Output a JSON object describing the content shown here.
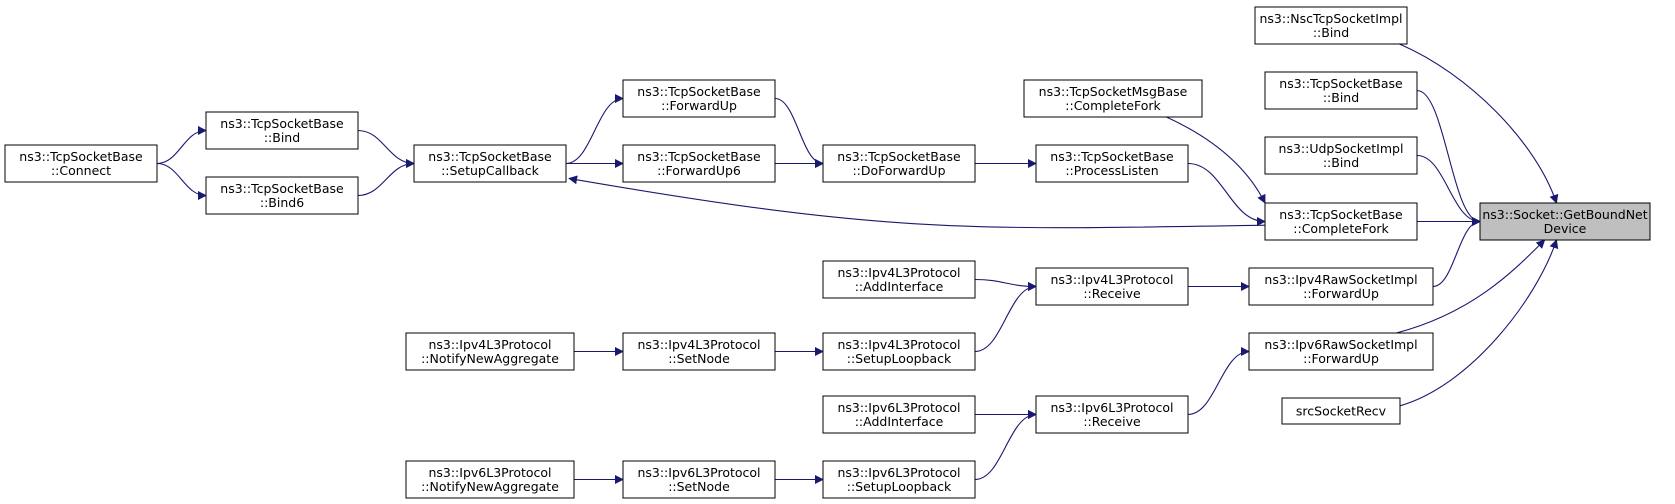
{
  "diagram": {
    "type": "doxygen-caller-graph",
    "nodes": [
      {
        "id": "getbound",
        "lines": [
          "ns3::Socket::GetBoundNet",
          "Device"
        ],
        "highlight": true
      },
      {
        "id": "nscbind",
        "lines": [
          "ns3::NscTcpSocketImpl",
          "::Bind"
        ]
      },
      {
        "id": "tcpbind_r",
        "lines": [
          "ns3::TcpSocketBase",
          "::Bind"
        ]
      },
      {
        "id": "udpbind",
        "lines": [
          "ns3::UdpSocketImpl",
          "::Bind"
        ]
      },
      {
        "id": "completefork",
        "lines": [
          "ns3::TcpSocketBase",
          "::CompleteFork"
        ]
      },
      {
        "id": "ipv4raw",
        "lines": [
          "ns3::Ipv4RawSocketImpl",
          "::ForwardUp"
        ]
      },
      {
        "id": "ipv6raw",
        "lines": [
          "ns3::Ipv6RawSocketImpl",
          "::ForwardUp"
        ]
      },
      {
        "id": "srcsocket",
        "lines": [
          "srcSocketRecv"
        ]
      },
      {
        "id": "msgbase",
        "lines": [
          "ns3::TcpSocketMsgBase",
          "::CompleteFork"
        ]
      },
      {
        "id": "processlisten",
        "lines": [
          "ns3::TcpSocketBase",
          "::ProcessListen"
        ]
      },
      {
        "id": "doforward",
        "lines": [
          "ns3::TcpSocketBase",
          "::DoForwardUp"
        ]
      },
      {
        "id": "forwardup",
        "lines": [
          "ns3::TcpSocketBase",
          "::ForwardUp"
        ]
      },
      {
        "id": "forwardup6",
        "lines": [
          "ns3::TcpSocketBase",
          "::ForwardUp6"
        ]
      },
      {
        "id": "setupcb",
        "lines": [
          "ns3::TcpSocketBase",
          "::SetupCallback"
        ]
      },
      {
        "id": "bind_l",
        "lines": [
          "ns3::TcpSocketBase",
          "::Bind"
        ]
      },
      {
        "id": "bind6",
        "lines": [
          "ns3::TcpSocketBase",
          "::Bind6"
        ]
      },
      {
        "id": "connect",
        "lines": [
          "ns3::TcpSocketBase",
          "::Connect"
        ]
      },
      {
        "id": "ipv4recv",
        "lines": [
          "ns3::Ipv4L3Protocol",
          "::Receive"
        ]
      },
      {
        "id": "ipv4addif",
        "lines": [
          "ns3::Ipv4L3Protocol",
          "::AddInterface"
        ]
      },
      {
        "id": "ipv4loop",
        "lines": [
          "ns3::Ipv4L3Protocol",
          "::SetupLoopback"
        ]
      },
      {
        "id": "ipv4setnode",
        "lines": [
          "ns3::Ipv4L3Protocol",
          "::SetNode"
        ]
      },
      {
        "id": "ipv4notify",
        "lines": [
          "ns3::Ipv4L3Protocol",
          "::NotifyNewAggregate"
        ]
      },
      {
        "id": "ipv6recv",
        "lines": [
          "ns3::Ipv6L3Protocol",
          "::Receive"
        ]
      },
      {
        "id": "ipv6addif",
        "lines": [
          "ns3::Ipv6L3Protocol",
          "::AddInterface"
        ]
      },
      {
        "id": "ipv6loop",
        "lines": [
          "ns3::Ipv6L3Protocol",
          "::SetupLoopback"
        ]
      },
      {
        "id": "ipv6setnode",
        "lines": [
          "ns3::Ipv6L3Protocol",
          "::SetNode"
        ]
      },
      {
        "id": "ipv6notify",
        "lines": [
          "ns3::Ipv6L3Protocol",
          "::NotifyNewAggregate"
        ]
      }
    ],
    "edges": [
      {
        "from": "nscbind",
        "to": "getbound"
      },
      {
        "from": "tcpbind_r",
        "to": "getbound"
      },
      {
        "from": "udpbind",
        "to": "getbound"
      },
      {
        "from": "completefork",
        "to": "getbound"
      },
      {
        "from": "ipv4raw",
        "to": "getbound"
      },
      {
        "from": "ipv6raw",
        "to": "getbound"
      },
      {
        "from": "srcsocket",
        "to": "getbound"
      },
      {
        "from": "msgbase",
        "to": "completefork"
      },
      {
        "from": "processlisten",
        "to": "completefork"
      },
      {
        "from": "completefork",
        "to": "setupcb"
      },
      {
        "from": "doforward",
        "to": "processlisten"
      },
      {
        "from": "forwardup",
        "to": "doforward"
      },
      {
        "from": "forwardup6",
        "to": "doforward"
      },
      {
        "from": "setupcb",
        "to": "forwardup"
      },
      {
        "from": "setupcb",
        "to": "forwardup6"
      },
      {
        "from": "bind_l",
        "to": "setupcb"
      },
      {
        "from": "bind6",
        "to": "setupcb"
      },
      {
        "from": "connect",
        "to": "bind_l"
      },
      {
        "from": "connect",
        "to": "bind6"
      },
      {
        "from": "ipv4recv",
        "to": "ipv4raw"
      },
      {
        "from": "ipv4addif",
        "to": "ipv4recv"
      },
      {
        "from": "ipv4loop",
        "to": "ipv4recv"
      },
      {
        "from": "ipv4setnode",
        "to": "ipv4loop"
      },
      {
        "from": "ipv4notify",
        "to": "ipv4setnode"
      },
      {
        "from": "ipv6recv",
        "to": "ipv6raw"
      },
      {
        "from": "ipv6addif",
        "to": "ipv6recv"
      },
      {
        "from": "ipv6loop",
        "to": "ipv6recv"
      },
      {
        "from": "ipv6setnode",
        "to": "ipv6loop"
      },
      {
        "from": "ipv6notify",
        "to": "ipv6setnode"
      }
    ]
  }
}
